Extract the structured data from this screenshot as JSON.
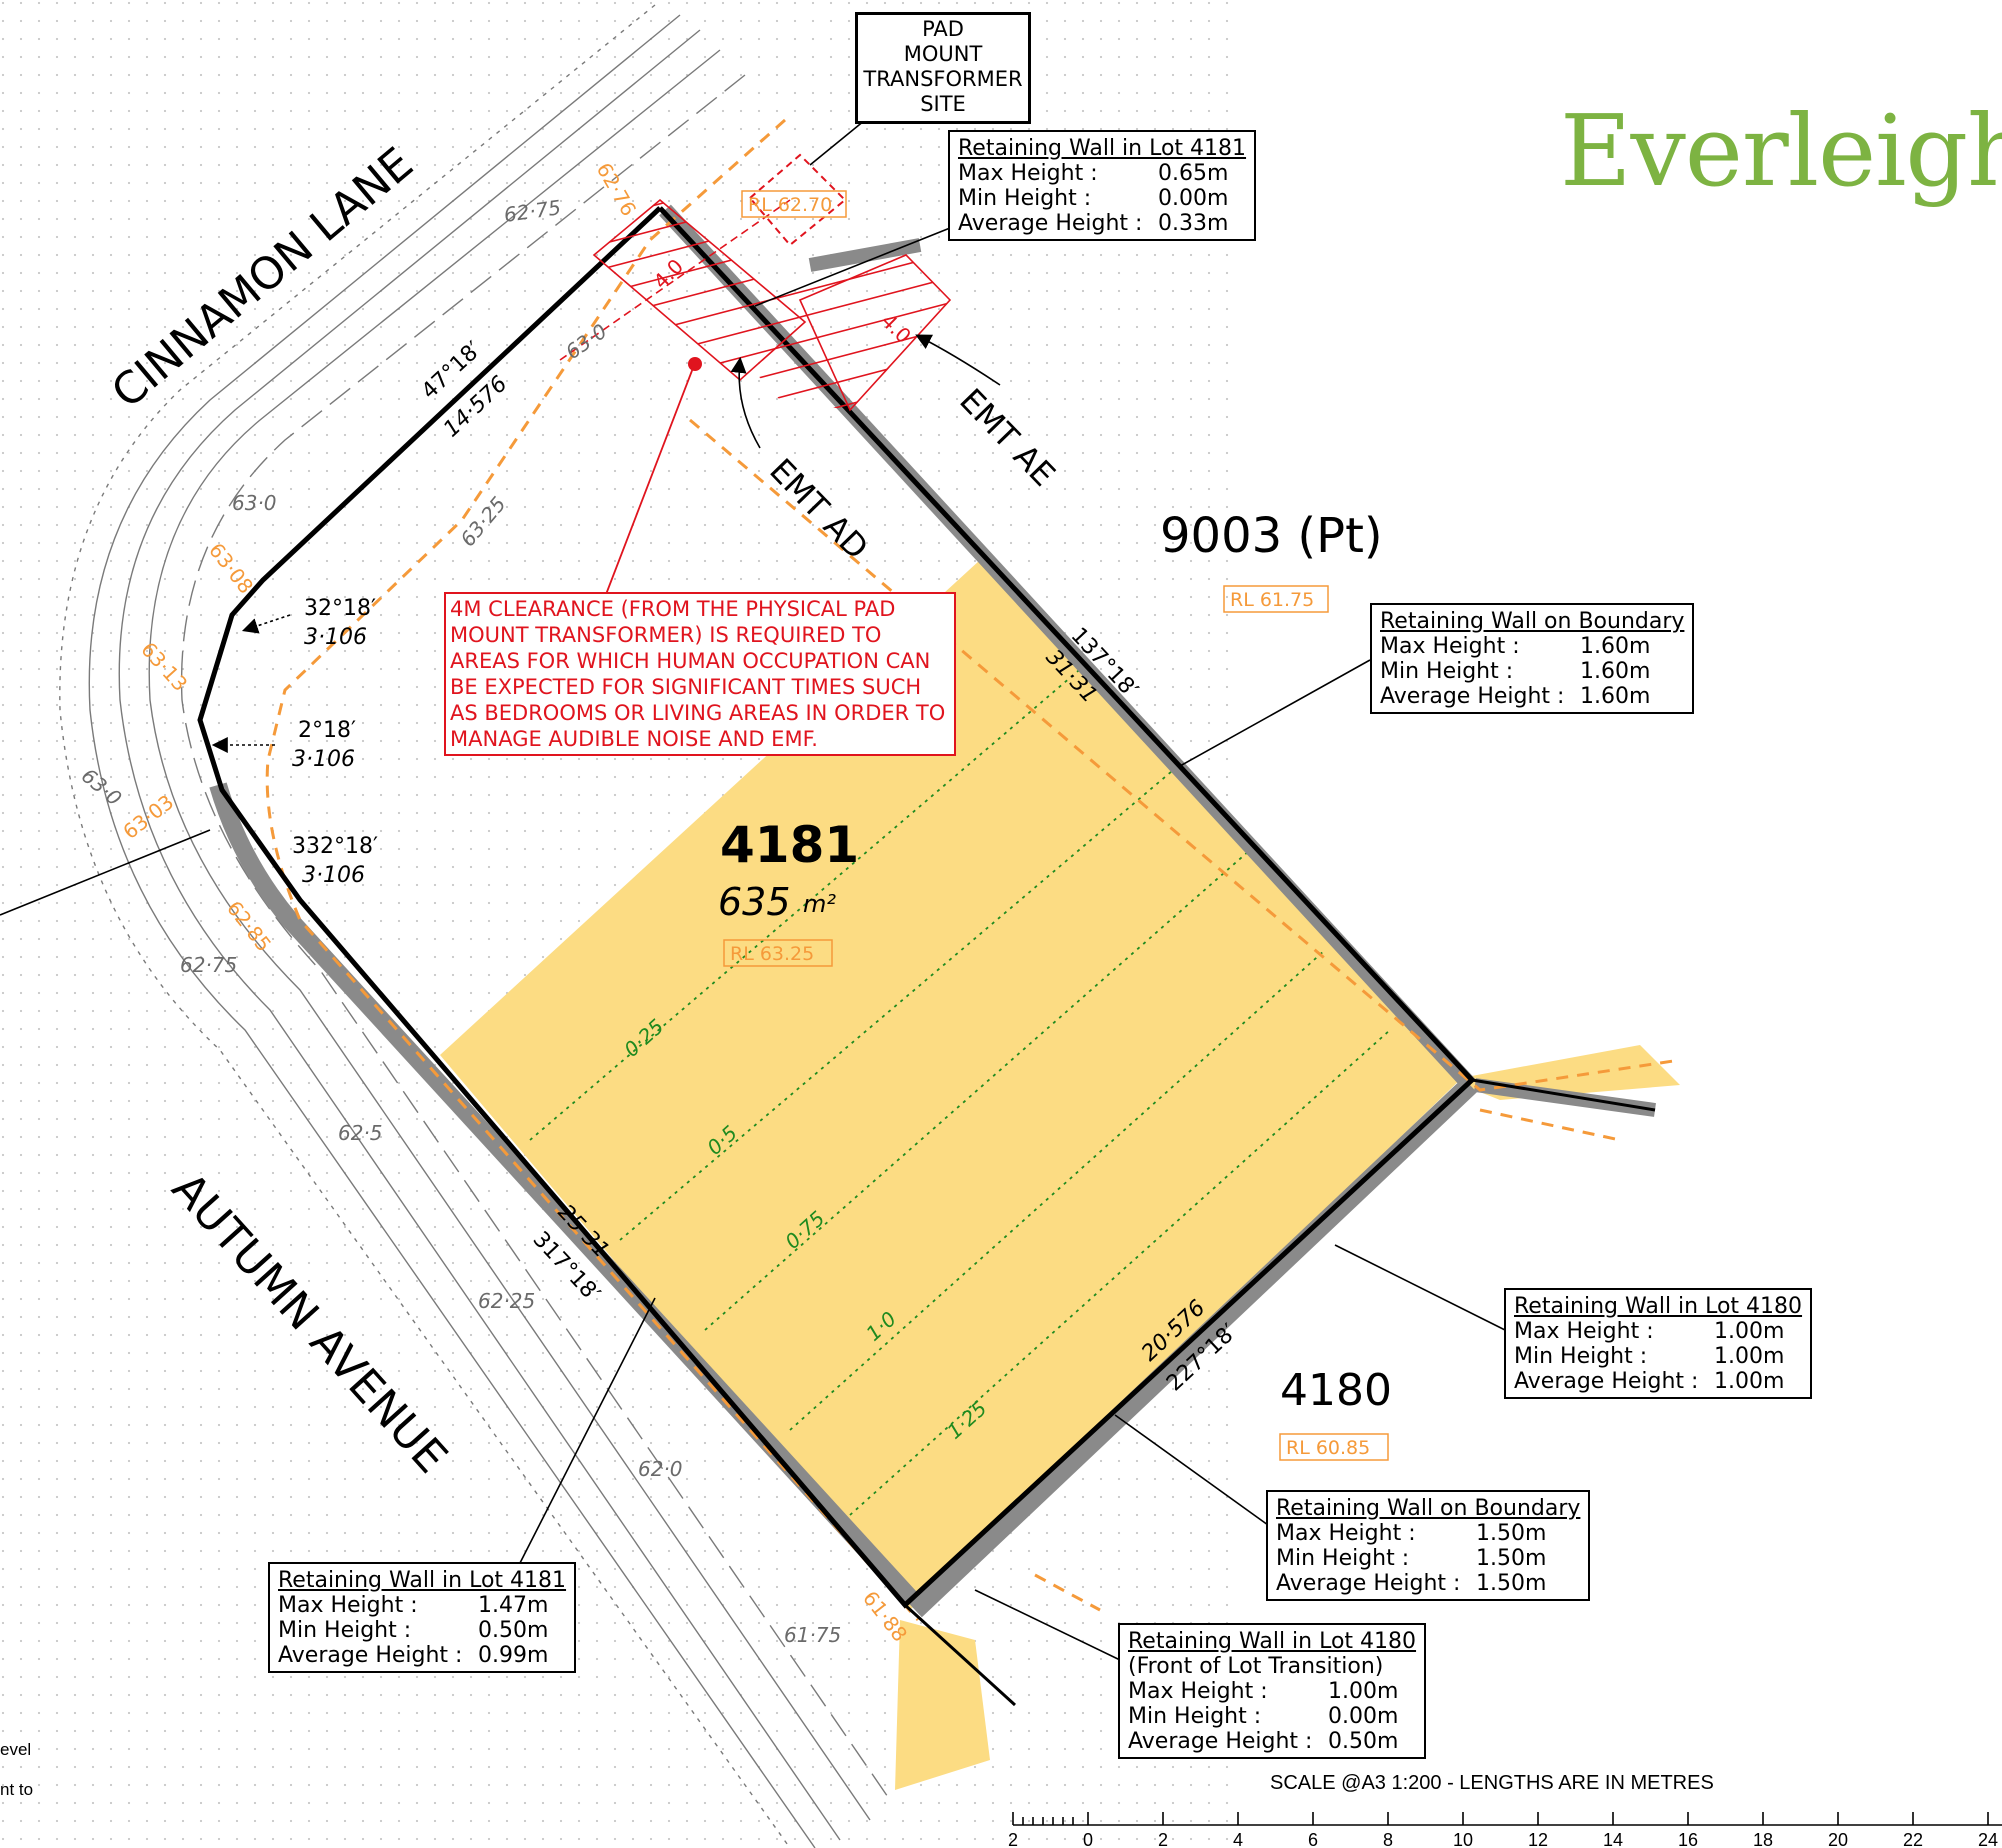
{
  "brand": "Everleigh",
  "streets": {
    "north": "CINNAMON LANE",
    "south": "AUTUMN AVENUE"
  },
  "pad_mount": {
    "lines": [
      "PAD",
      "MOUNT",
      "TRANSFORMER",
      "SITE"
    ]
  },
  "easements": {
    "ad": "EMT AD",
    "ae": "EMT AE",
    "width_a": "4.0",
    "width_b": "4.0"
  },
  "lot": {
    "number": "4181",
    "area": "635",
    "area_unit": "m²",
    "rl": "RL 63.25"
  },
  "neighbours": {
    "north": {
      "label": "9003 (Pt)",
      "rl": "RL 61.75"
    },
    "south": {
      "label": "4180",
      "rl": "RL 60.85"
    },
    "transformer_rl": "RL 62.70"
  },
  "bearings": {
    "b1": "47°18′",
    "d1": "14·576",
    "b2": "32°18′",
    "d2": "3·106",
    "b3": "2°18′",
    "d3": "3·106",
    "b4": "332°18′",
    "d4": "3·106",
    "b5": "137°18′",
    "d5": "31·31",
    "b6": "317°18′",
    "d6": "25·31",
    "b7": "227°18′",
    "d7": "20·576"
  },
  "contours": {
    "c1": "62·75",
    "c2": "63·0",
    "c3": "63·0",
    "c4": "63·25",
    "c5": "63·0",
    "c6": "62·75",
    "c7": "62·5",
    "c8": "62·25",
    "c9": "62·0",
    "c10": "61·75"
  },
  "orange_levels": {
    "o1": "62·76",
    "o2": "63·08",
    "o3": "63·13",
    "o4": "63·03",
    "o5": "62·85",
    "o6": "61·88"
  },
  "cut_fill": {
    "f1": "0·25",
    "f2": "0·5",
    "f3": "0·75",
    "f4": "1·0",
    "f5": "1·25"
  },
  "clearance_note": "4M CLEARANCE (FROM THE PHYSICAL PAD MOUNT TRANSFORMER) IS REQUIRED TO AREAS FOR WHICH HUMAN OCCUPATION CAN BE EXPECTED FOR SIGNIFICANT TIMES SUCH AS BEDROOMS OR LIVING AREAS IN ORDER TO MANAGE AUDIBLE NOISE AND EMF.",
  "walls": {
    "w1": {
      "title": "Retaining Wall in Lot 4181",
      "max_k": "Max Height :",
      "max_v": "0.65m",
      "min_k": "Min Height :",
      "min_v": "0.00m",
      "avg_k": "Average Height :",
      "avg_v": "0.33m"
    },
    "w2": {
      "title": "Retaining Wall on Boundary",
      "max_k": "Max Height :",
      "max_v": "1.60m",
      "min_k": "Min Height :",
      "min_v": "1.60m",
      "avg_k": "Average Height :",
      "avg_v": "1.60m"
    },
    "w3": {
      "title": "Retaining Wall in Lot 4180",
      "max_k": "Max Height :",
      "max_v": "1.00m",
      "min_k": "Min Height :",
      "min_v": "1.00m",
      "avg_k": "Average Height :",
      "avg_v": "1.00m"
    },
    "w4": {
      "title": "Retaining Wall on Boundary",
      "max_k": "Max Height :",
      "max_v": "1.50m",
      "min_k": "Min Height :",
      "min_v": "1.50m",
      "avg_k": "Average Height :",
      "avg_v": "1.50m"
    },
    "w5": {
      "title": "Retaining Wall in Lot 4181",
      "max_k": "Max Height :",
      "max_v": "1.47m",
      "min_k": "Min Height :",
      "min_v": "0.50m",
      "avg_k": "Average Height :",
      "avg_v": "0.99m"
    },
    "w6": {
      "title": "Retaining Wall in Lot 4180",
      "sub": "(Front of Lot Transition)",
      "max_k": "Max Height :",
      "max_v": "1.00m",
      "min_k": "Min Height :",
      "min_v": "0.00m",
      "avg_k": "Average Height :",
      "avg_v": "0.50m"
    }
  },
  "scale": {
    "caption": "SCALE @A3 1:200 - LENGTHS ARE IN METRES",
    "ticks": [
      "2",
      "0",
      "2",
      "4",
      "6",
      "8",
      "10",
      "12",
      "14",
      "16",
      "18",
      "20",
      "22",
      "24"
    ]
  },
  "fragments": {
    "f1": "evel",
    "f2": "nt to"
  },
  "colors": {
    "fill": "#fcdc83",
    "wall": "#8a8a8a",
    "level": "#f59a3a",
    "red": "#e0141e",
    "green": "#1f8a1f",
    "brand": "#7db342"
  }
}
